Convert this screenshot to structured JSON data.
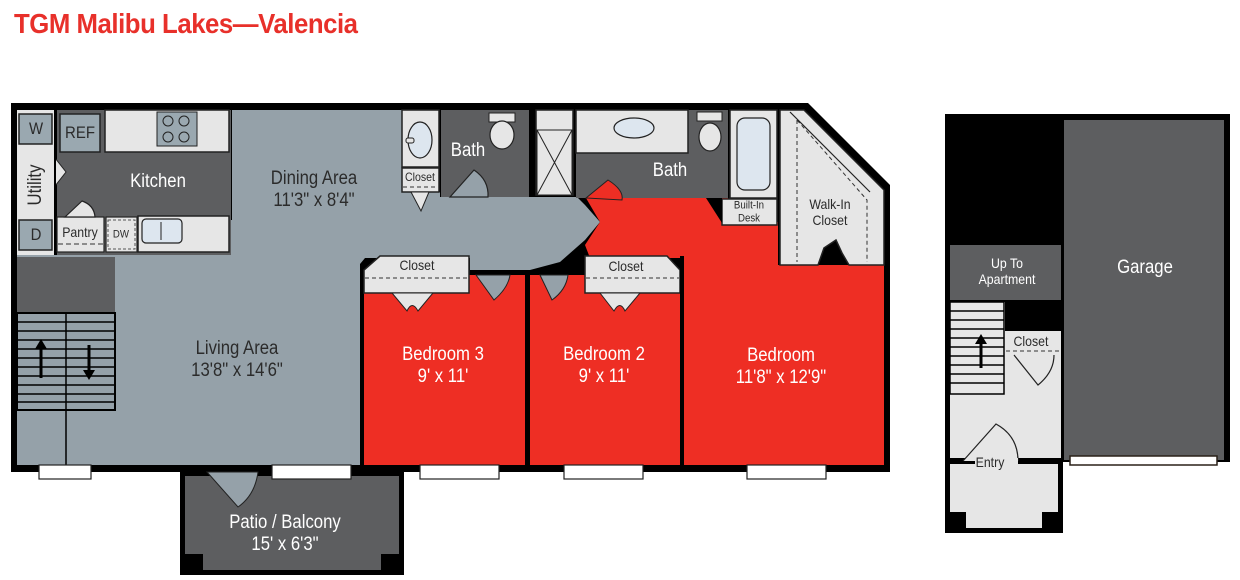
{
  "title": "TGM Malibu Lakes—Valencia",
  "colors": {
    "title": "#e8302a",
    "bedroom": "#ee2e24",
    "living": "#95a1a9",
    "dark_room": "#5d5e60",
    "fixture": "#e6e6e6",
    "wall": "#000000",
    "appliance": "#9aa8b0"
  },
  "main_unit": {
    "rooms": {
      "kitchen": {
        "name": "Kitchen"
      },
      "utility": {
        "name": "Utility"
      },
      "washer": {
        "name": "W"
      },
      "dryer": {
        "name": "D"
      },
      "refrigerator": {
        "name": "REF"
      },
      "pantry": {
        "name": "Pantry"
      },
      "dishwasher": {
        "name": "DW"
      },
      "dining": {
        "name": "Dining Area",
        "dims": "11'3\" x 8'4\""
      },
      "living": {
        "name": "Living Area",
        "dims": "13'8\" x 14'6\""
      },
      "patio": {
        "name": "Patio / Balcony",
        "dims": "15' x 6'3\""
      },
      "hall_closet": {
        "name": "Closet"
      },
      "bath1": {
        "name": "Bath"
      },
      "bath2": {
        "name": "Bath"
      },
      "built_in_desk": {
        "name": "Built-In Desk",
        "line1": "Built-In",
        "line2": "Desk"
      },
      "walk_in_closet": {
        "name": "Walk-In Closet",
        "line1": "Walk-In",
        "line2": "Closet"
      },
      "bedroom3": {
        "name": "Bedroom 3",
        "dims": "9' x 11'",
        "closet": "Closet"
      },
      "bedroom2": {
        "name": "Bedroom 2",
        "dims": "9' x 11'",
        "closet": "Closet"
      },
      "bedroom1": {
        "name": "Bedroom",
        "dims": "11'8\" x 12'9\""
      }
    }
  },
  "lower_level": {
    "rooms": {
      "stairs_up": {
        "line1": "Up To",
        "line2": "Apartment"
      },
      "closet": {
        "name": "Closet"
      },
      "entry": {
        "name": "Entry"
      },
      "garage": {
        "name": "Garage"
      }
    }
  }
}
